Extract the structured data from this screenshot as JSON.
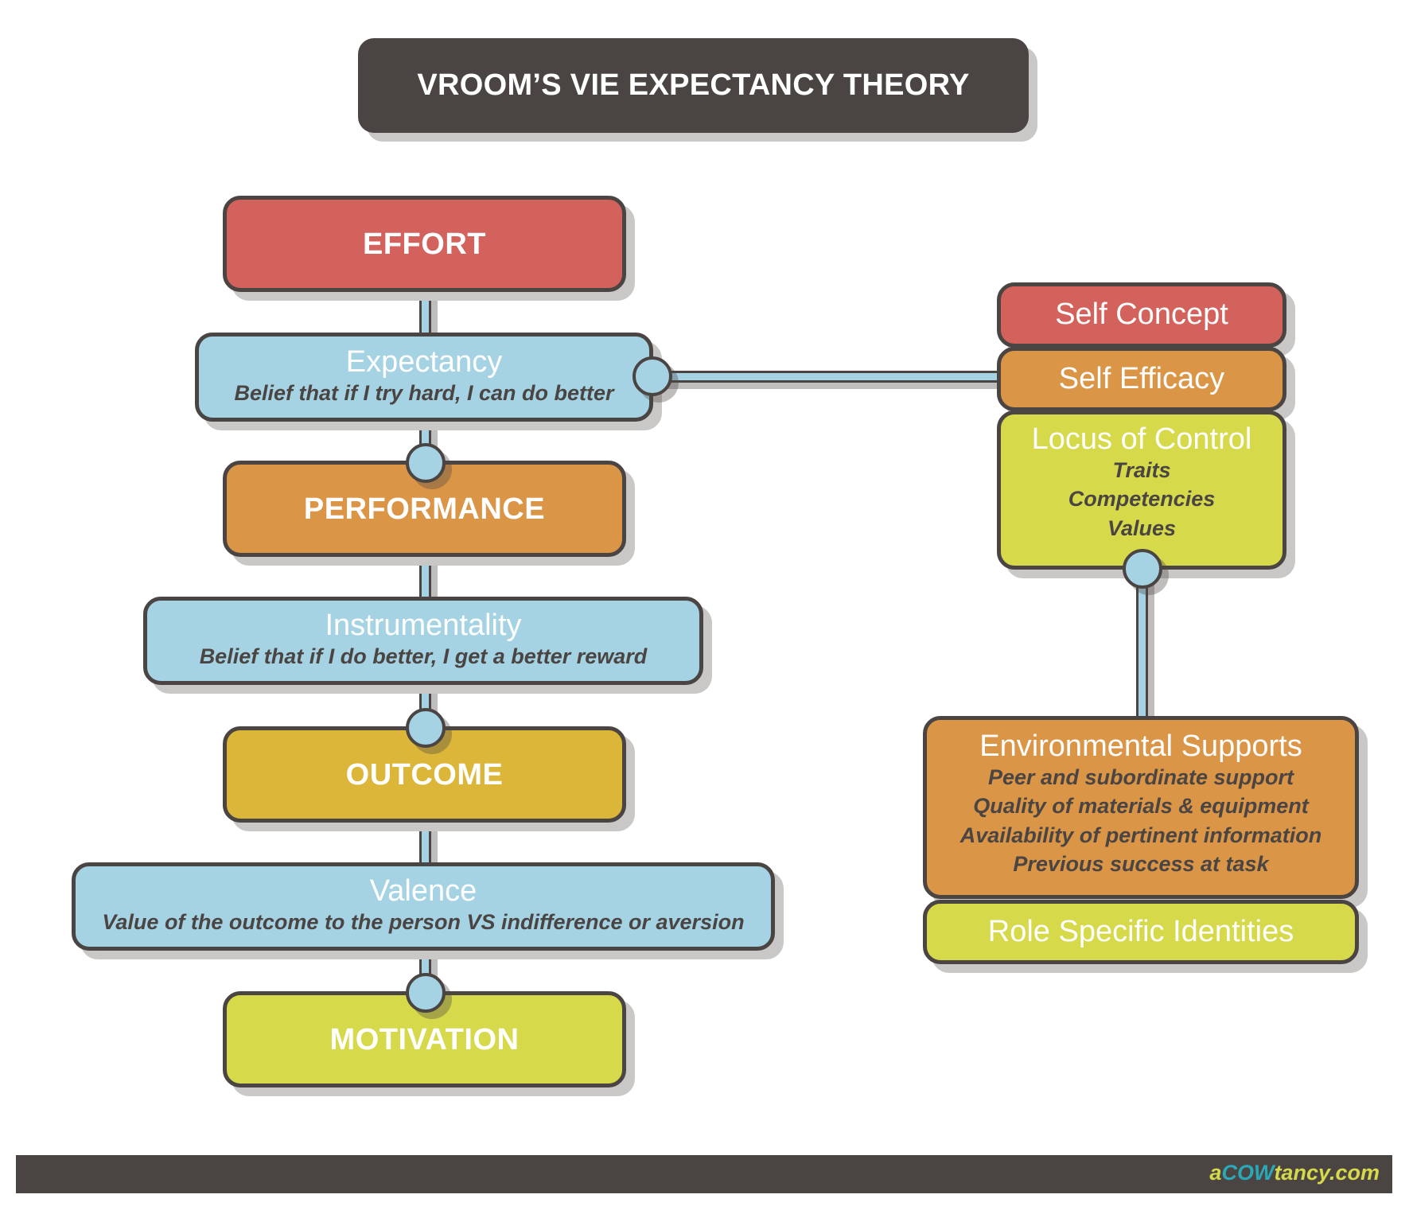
{
  "title": "VROOM’S VIE EXPECTANCY THEORY",
  "left_column": {
    "effort": {
      "label": "EFFORT",
      "color": "#d3625c"
    },
    "expectancy": {
      "heading": "Expectancy",
      "description": "Belief that if I try hard, I can do better",
      "color": "#a5d3e4"
    },
    "performance": {
      "label": "PERFORMANCE",
      "color": "#da9547"
    },
    "instrumentality": {
      "heading": "Instrumentality",
      "description": "Belief that if I do better, I get a better reward",
      "color": "#a5d3e4"
    },
    "outcome": {
      "label": "OUTCOME",
      "color": "#dcb638"
    },
    "valence": {
      "heading": "Valence",
      "description": "Value of the outcome to the person VS indifference or aversion",
      "color": "#a5d3e4"
    },
    "motivation": {
      "label": "MOTIVATION",
      "color": "#d6d94a"
    }
  },
  "right_column": {
    "self_concept": {
      "label": "Self Concept",
      "color": "#d3625c"
    },
    "self_efficacy": {
      "label": "Self Efficacy",
      "color": "#da9547"
    },
    "locus_of_control": {
      "heading": "Locus of Control",
      "items": [
        "Traits",
        "Competencies",
        "Values"
      ],
      "color": "#d6d94a"
    },
    "environmental_supports": {
      "heading": "Environmental Supports",
      "items": [
        "Peer and subordinate support",
        "Quality of materials & equipment",
        "Availability of pertinent information",
        "Previous success at task"
      ],
      "color": "#da9547"
    },
    "role_specific_identities": {
      "label": "Role Specific Identities",
      "color": "#d6d94a"
    }
  },
  "footer": {
    "brand_prefix": "a",
    "brand_highlight": "COW",
    "brand_suffix": "tancy.com"
  }
}
